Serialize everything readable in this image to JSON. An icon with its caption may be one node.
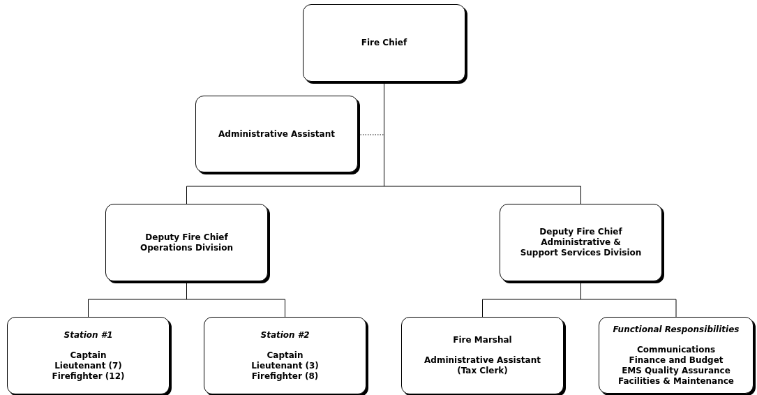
{
  "diagram": {
    "nodes": [
      {
        "text": [
          "Fire Chief"
        ]
      },
      {
        "text": [
          "Administrative Assistant"
        ]
      },
      {
        "text": [
          "Deputy Fire Chief",
          "Operations Division"
        ]
      },
      {
        "text": [
          "Deputy Fire Chief",
          "Administrative &",
          "Support Services Division"
        ]
      },
      {
        "text": [
          "Station #1",
          "Captain",
          "Lieutenant (7)",
          "Firefighter (12)"
        ]
      },
      {
        "text": [
          "Station #2",
          "Captain",
          "Lieutenant (3)",
          "Firefighter (8)"
        ]
      },
      {
        "text": [
          "Fire Marshal",
          "Administrative Assistant",
          "(Tax Clerk)"
        ]
      },
      {
        "text": [
          "Functional Responsibilities",
          "Communications",
          "Finance and Budget",
          "EMS Quality Assurance",
          "Facilities & Maintenance"
        ]
      }
    ],
    "edges": [
      {
        "from": 0,
        "to": 1,
        "arrow": "none",
        "style": "dashed"
      },
      {
        "from": 0,
        "to": 2,
        "arrow": "none"
      },
      {
        "from": 0,
        "to": 3,
        "arrow": "none"
      },
      {
        "from": 2,
        "to": 4,
        "arrow": "none"
      },
      {
        "from": 2,
        "to": 5,
        "arrow": "none"
      },
      {
        "from": 3,
        "to": 6,
        "arrow": "none"
      },
      {
        "from": 3,
        "to": 7,
        "arrow": "none"
      }
    ]
  }
}
